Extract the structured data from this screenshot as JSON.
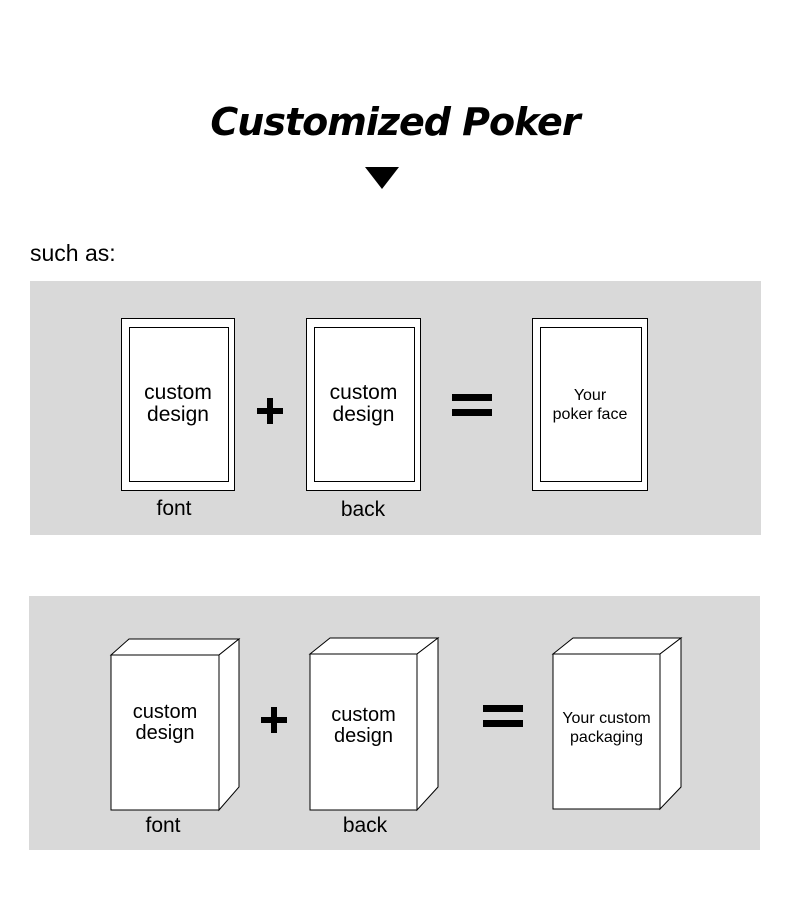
{
  "header": {
    "title": "Customized Poker",
    "intro": "such as:"
  },
  "cards_row": {
    "front": {
      "line1": "custom",
      "line2": "design",
      "caption": "font"
    },
    "back": {
      "line1": "custom",
      "line2": "design",
      "caption": "back"
    },
    "result": {
      "line1": "Your",
      "line2": "poker face"
    }
  },
  "boxes_row": {
    "front": {
      "line1": "custom",
      "line2": "design",
      "caption": "font"
    },
    "back": {
      "line1": "custom",
      "line2": "design",
      "caption": "back"
    },
    "result": {
      "line1": "Your custom",
      "line2": "packaging"
    }
  },
  "colors": {
    "panel": "#d9d9d9",
    "ink": "#000000"
  }
}
